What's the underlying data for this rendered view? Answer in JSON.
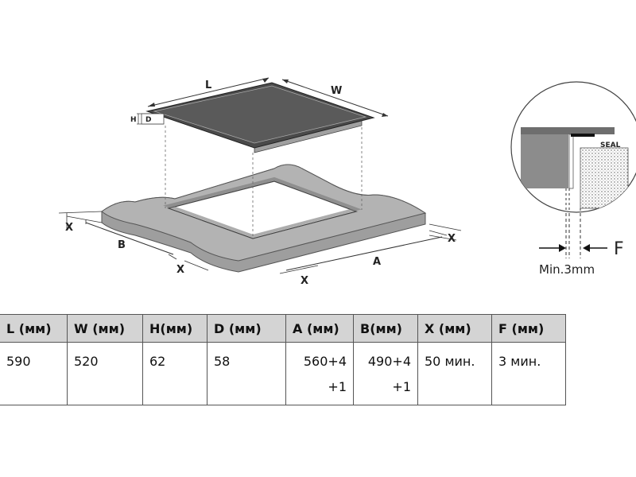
{
  "diagram": {
    "labels": {
      "L": "L",
      "W": "W",
      "H": "H",
      "D": "D",
      "A": "A",
      "B": "B",
      "X_left": "X",
      "X_front_left": "X",
      "X_front_mid": "X",
      "X_right": "X",
      "F": "F",
      "seal": "SEAL",
      "min_gap": "Min.3mm"
    }
  },
  "table": {
    "headers": [
      "L (мм)",
      "W (мм)",
      "H(мм)",
      "D (мм)",
      "A (мм)",
      "B(мм)",
      "X (мм)",
      "F (мм)"
    ],
    "row": [
      "590",
      "520",
      "62",
      "58",
      "560+4\n+1",
      "490+4\n+1",
      "50 мин.",
      "3 мин."
    ]
  }
}
